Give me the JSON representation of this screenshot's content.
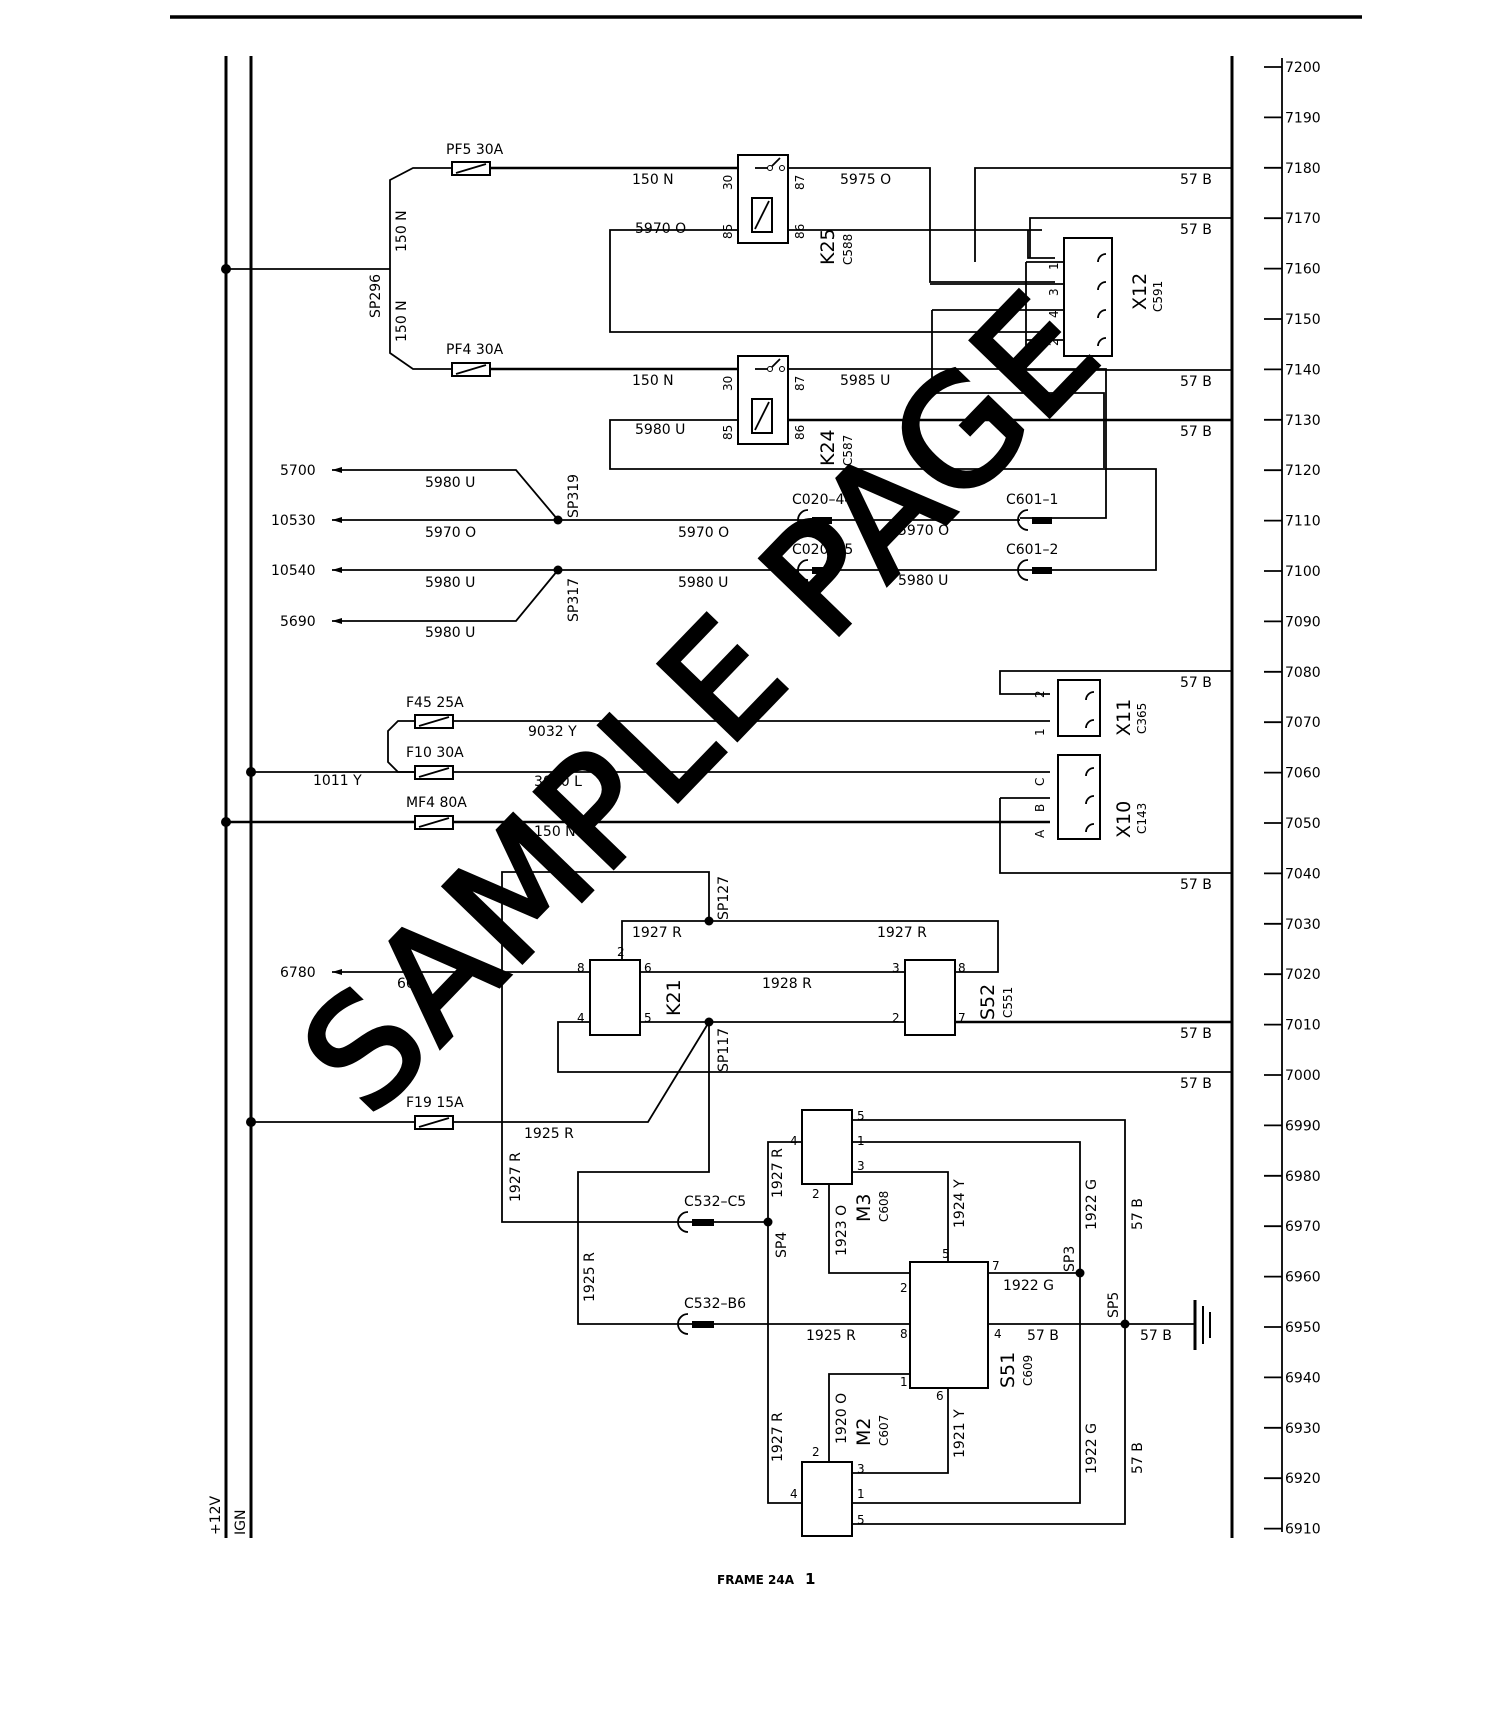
{
  "page": {
    "frame": "FRAME 24A",
    "page_number": "1",
    "watermark": "SAMPLE PAGE"
  },
  "rails": {
    "plus12v": "+12V",
    "ign": "IGN"
  },
  "grid_labels": [
    "7200",
    "7190",
    "7180",
    "7170",
    "7160",
    "7150",
    "7140",
    "7130",
    "7120",
    "7110",
    "7100",
    "7090",
    "7080",
    "7070",
    "7060",
    "7050",
    "7040",
    "7030",
    "7020",
    "7010",
    "7000",
    "6990",
    "6980",
    "6970",
    "6960",
    "6950",
    "6940",
    "6930",
    "6920",
    "6910"
  ],
  "fuses": {
    "pf5": "PF5  30A",
    "pf4": "PF4  30A",
    "f45": "F45  25A",
    "f10": "F10  30A",
    "mf4": "MF4  80A",
    "f19": "F19  15A"
  },
  "components": {
    "k25": {
      "name": "K25",
      "code": "C588"
    },
    "k24": {
      "name": "K24",
      "code": "C587"
    },
    "x12": {
      "name": "X12",
      "code": "C591"
    },
    "x11": {
      "name": "X11",
      "code": "C365"
    },
    "x10": {
      "name": "X10",
      "code": "C143"
    },
    "k21": {
      "name": "K21"
    },
    "s52": {
      "name": "S52",
      "code": "C551"
    },
    "m3": {
      "name": "M3",
      "code": "C608"
    },
    "m2": {
      "name": "M2",
      "code": "C607"
    },
    "s51": {
      "name": "S51",
      "code": "C609"
    }
  },
  "splices": {
    "sp296": "SP296",
    "sp319": "SP319",
    "sp317": "SP317",
    "sp127": "SP127",
    "sp117": "SP117",
    "sp4": "SP4",
    "sp3": "SP3",
    "sp5": "SP5"
  },
  "connectors": {
    "c020_44": "C020–44",
    "c020_45": "C020–45",
    "c601_1": "C601–1",
    "c601_2": "C601–2",
    "c532_c5": "C532–C5",
    "c532_b6": "C532–B6"
  },
  "references": {
    "r5700": "5700",
    "r10530": "10530",
    "r10540": "10540",
    "r5690": "5690",
    "r6780": "6780"
  },
  "wires": {
    "w150n_a": "150  N",
    "w150n_b": "150  N",
    "w150n_c": "150  N",
    "w150n_d": "150  N",
    "w150n_e": "150  N",
    "w5975o": "5975  O",
    "w5970o_k25": "5970  O",
    "w5985u": "5985  U",
    "w5980u_k24": "5980  U",
    "w57b_1": "57  B",
    "w57b_2": "57  B",
    "w57b_3": "57  B",
    "w57b_4": "57  B",
    "w5980u_1": "5980  U",
    "w5970o_1": "5970  O",
    "w5970o_2": "5970  O",
    "w5970o_3": "5970  O",
    "w5980u_2": "5980  U",
    "w5980u_3": "5980  U",
    "w5980u_4": "5980  U",
    "w5980u_5": "5980  U",
    "w57b_5": "57  B",
    "w9032y": "9032  Y",
    "w1011y": "1011  Y",
    "w3070l": "3070  L",
    "w57b_6": "57  B",
    "w1927r_1": "1927  R",
    "w1927r_2": "1927  R",
    "w666": "666",
    "w1928r": "1928  R",
    "w57b_7": "57  B",
    "w57b_8": "57  B",
    "w1925r_1": "1925  R",
    "w1927r_v": "1927  R",
    "w1927r_v2": "1927  R",
    "w1923o": "1923  O",
    "w1924y": "1924  Y",
    "w1922g_v": "1922  G",
    "w57b_v": "57  B",
    "w1925r_v": "1925  R",
    "w1922g_h": "1922  G",
    "w1925r_2": "1925  R",
    "w57b_9": "57  B",
    "w57b_10": "57  B",
    "w1927r_v3": "1927  R",
    "w1920o": "1920  O",
    "w1921y": "1921  Y",
    "w1922g_v2": "1922  G",
    "w57b_v2": "57  B"
  }
}
